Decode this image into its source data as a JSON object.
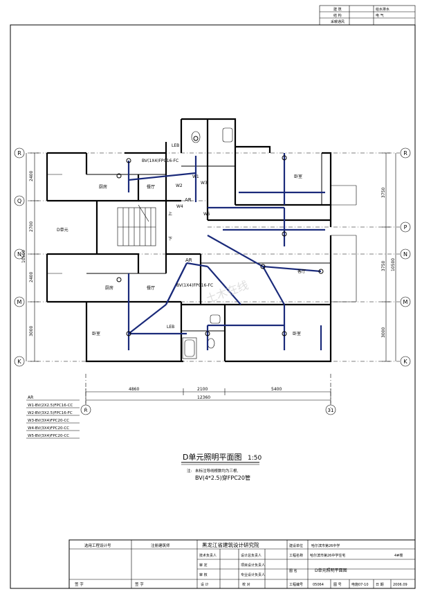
{
  "title_block_top": {
    "rows": [
      {
        "label": "建 筑",
        "value": "给水排水"
      },
      {
        "label": "结 构",
        "value": "电 气"
      },
      {
        "label": "采暖通风",
        "value": ""
      }
    ]
  },
  "axes": {
    "left": [
      "R",
      "Q",
      "N",
      "M",
      "K"
    ],
    "right": [
      "R",
      "P",
      "N",
      "M",
      "K"
    ],
    "bottom": [
      "R",
      "31"
    ]
  },
  "dims": {
    "left": [
      "2400",
      "2700",
      "2400",
      "3000"
    ],
    "left_total": "10500",
    "right": [
      "3750",
      "3750",
      "3000"
    ],
    "right_total": "10500",
    "bottom": [
      "4860",
      "2100",
      "5400"
    ],
    "bottom_total": "12360"
  },
  "rooms": {
    "kitchen_top": "厨房",
    "dining_top": "餐厅",
    "bedroom_top_right": "卧室",
    "unit_label": "D单元",
    "kitchen_bottom": "厨房",
    "dining_bottom": "餐厅",
    "living_right": "客厅",
    "bedroom_bottom_left": "卧室",
    "bedroom_bottom_right": "卧室",
    "stair_up": "上",
    "stair_down": "下"
  },
  "circuit_labels": {
    "leb_top": "LEB",
    "leb_bottom": "LEB",
    "ar_top": "AR",
    "ar_bottom": "AR",
    "cable_top": "BV(1X4)FPC16-FC",
    "cable_bottom": "BV(1X4)FPC16-FC",
    "w1": "W1",
    "w2": "W2",
    "w3": "W3",
    "w4": "W4",
    "w5": "W5"
  },
  "legend": {
    "title": "AR",
    "items": [
      "W1-BV(2X2.5)FPC16-CC",
      "W2-BV(3X2.5)FPC16-FC",
      "W3-BV(3X4)FPC20-CC",
      "W4-BV(3X4)FPC20-CC",
      "W5-BV(3X4)FPC20-CC"
    ]
  },
  "plan_title": "D单元照明平面图",
  "plan_scale": "1:50",
  "notes": {
    "label": "注:",
    "line1": "未标注导线根数均为三根,",
    "line2": "BV(4*2.5)穿FPC20管"
  },
  "title_block": {
    "sign_left_1": "选用工程设计号",
    "sign_left_2": "注册建筑师",
    "institute": "黑龙江省建筑设计研究院",
    "construction_unit_label": "建设单位",
    "construction_unit_value": "哈尔滨市第26中学",
    "project_name_label": "工程名称",
    "project_name_value": "哈尔滨市第26中学住宅",
    "building": "4#楼",
    "roles": [
      "技术负责人",
      "审  定",
      "审  核"
    ],
    "roles2": [
      "设计总负责人",
      "项目设计负责人",
      "专业设计负责人"
    ],
    "roles3": [
      "校  对",
      "设  计"
    ],
    "drawing_name_label": "图  名",
    "drawing_name_value": "D单元照明平面图",
    "sign_label": "签  字",
    "project_no_label": "工程编号",
    "project_no_value": "05064",
    "drawing_no_label": "图  号",
    "drawing_no_value": "电施07-10",
    "date_label": "日  期",
    "date_value": "2006.09"
  },
  "watermark": "土木在线"
}
